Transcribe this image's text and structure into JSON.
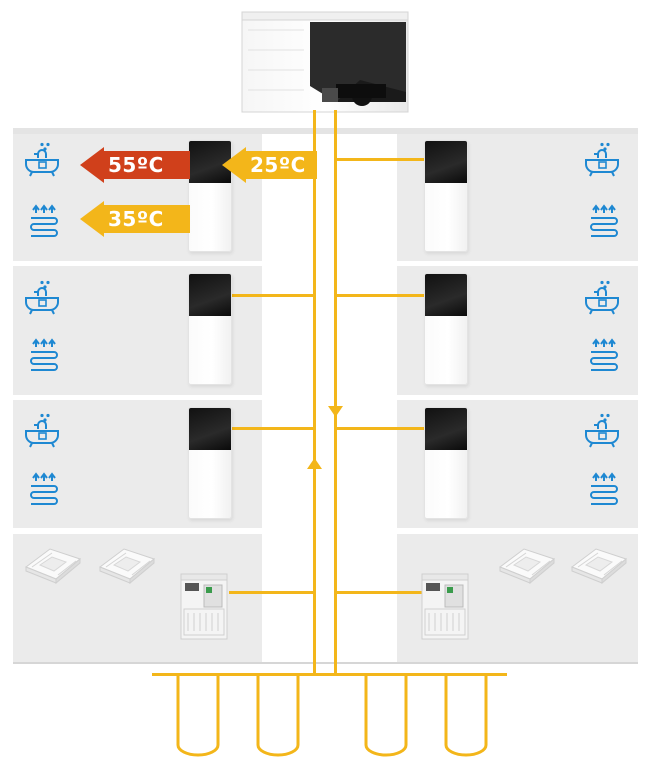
{
  "temperatures": {
    "hot_water": "55ºC",
    "heating": "35ºC",
    "loop": "25ºC"
  },
  "colors": {
    "pipe": "#f3b61a",
    "hot_arrow": "#d0401b",
    "warm_arrow": "#f3b61a",
    "icon_blue": "#1e88d2",
    "panel_bg": "#ebebeb"
  },
  "icons": [
    "bathtub-icon",
    "underfloor-heating-icon",
    "ceiling-cassette-icon",
    "air-handling-unit-icon",
    "outdoor-unit-icon"
  ]
}
